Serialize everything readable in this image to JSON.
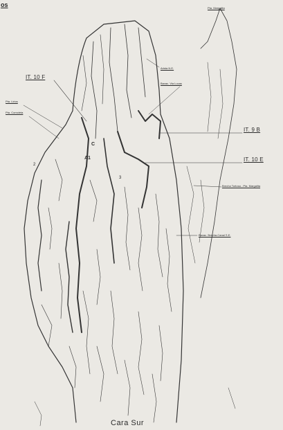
{
  "corner_text": "os",
  "caption": "Cara Sur",
  "labels": {
    "pta_margalita": "Pta. Margalita",
    "arista_ne": "Arista N.E.",
    "bvac_via_lucas": "Bavac. Via Lucas",
    "it10f": "IT. 10 F",
    "pta_lirios": "Pta. Lirios",
    "pta_comoleta": "Pta. Comoleta",
    "it9b": "IT. 9 B",
    "it10e": "IT. 10 E",
    "brecha_tortosa": "Brecha Tortosa - Pta. Margalita",
    "bvac_brecha_canal": "Bavac. Brecha-Canal S.E.",
    "route_a1": "A1",
    "route_c": "C",
    "route_2": "2",
    "route_3": "3"
  },
  "colors": {
    "paper": "#ebe9e4",
    "ink": "#2a2a2a"
  }
}
